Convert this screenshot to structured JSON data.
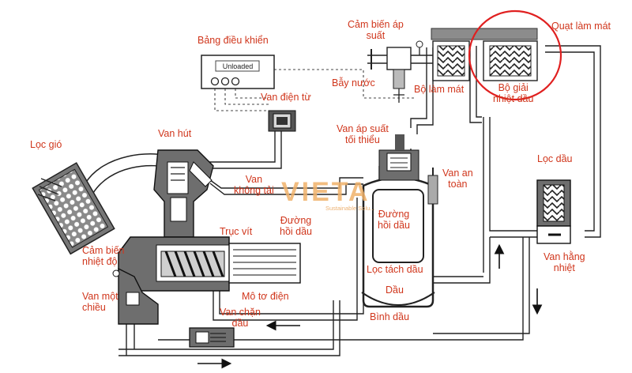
{
  "labels": {
    "control_panel": "Bảng điều khiển",
    "unloaded": "Unloaded",
    "pressure_sensor": "Cảm biến áp\nsuất",
    "cooling_fan": "Quạt làm mát",
    "water_trap": "Bẫy nước",
    "cooler": "Bộ làm mát",
    "oil_cooler": "Bộ giải\nnhiệt dầu",
    "solenoid_valve": "Van điện từ",
    "air_filter": "Lọc gió",
    "intake_valve": "Van hút",
    "min_pressure_valve": "Van áp suất\ntối thiểu",
    "safety_valve": "Van an\ntoàn",
    "oil_filter": "Lọc dầu",
    "unload_valve": "Van\nkhông tải",
    "oil_return_line": "Đường\nhồi dầu",
    "oil_return_line_2": "Đường\nhồi dầu",
    "temp_sensor": "Cảm biến\nnhiệt độ",
    "screw_rotor": "Trục vít",
    "separator_filter": "Lọc tách dầu",
    "oil": "Dầu",
    "thermostatic_valve": "Van hằng\nnhiệt",
    "check_valve": "Van một\nchiều",
    "motor": "Mô tơ điện",
    "oil_stop_valve": "Van chặn\ndầu",
    "oil_tank": "Bình dầu"
  },
  "watermark": {
    "brand": "VIETA",
    "tagline": "Sustainable Solu..."
  },
  "colors": {
    "label": "#d0361c",
    "line": "#1a1a1a",
    "highlight": "#e02020",
    "body_gray": "#6e6e6e",
    "watermark": "#f0b26b"
  }
}
